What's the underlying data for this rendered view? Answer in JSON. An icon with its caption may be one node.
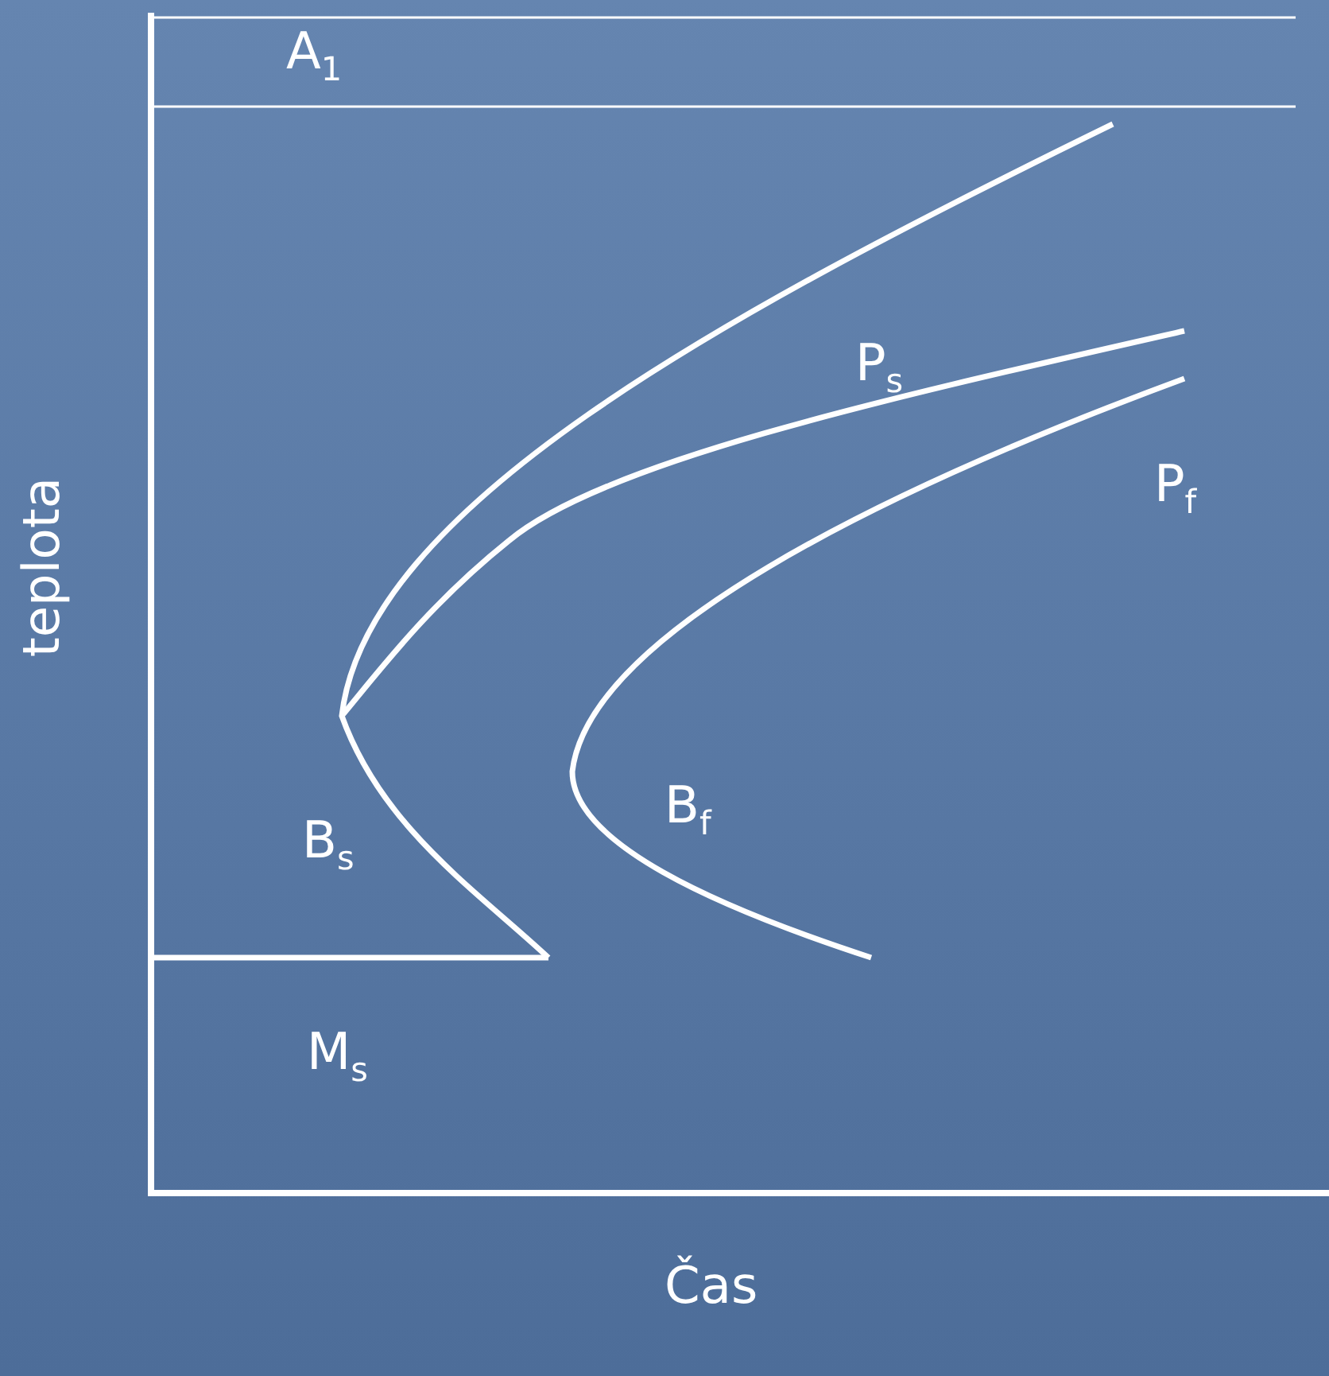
{
  "diagram": {
    "labels": [
      "A$_{1}$",
      "P$_{s}$",
      "P$_{f}$",
      "B$_{s}$",
      "B$_{f}$",
      "M$_{s}$",
      "teplota",
      "Čas"
    ]
  }
}
